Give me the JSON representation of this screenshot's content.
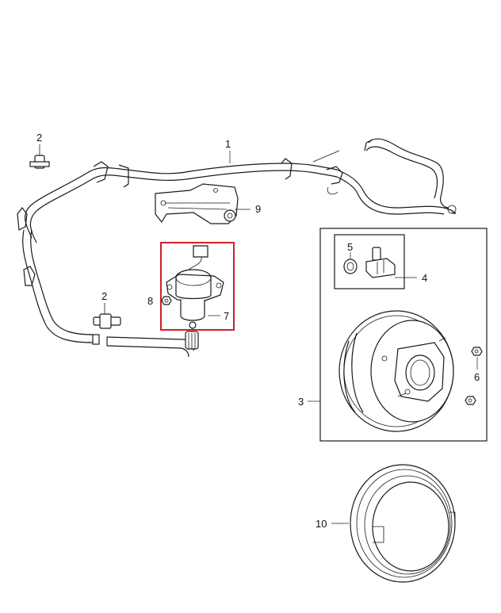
{
  "diagram": {
    "callouts": {
      "c1": "1",
      "c2a": "2",
      "c2b": "2",
      "c3": "3",
      "c4": "4",
      "c5": "5",
      "c6": "6",
      "c7": "7",
      "c8": "8",
      "c9": "9",
      "c10": "10"
    },
    "highlight_color": "#d0202a"
  }
}
